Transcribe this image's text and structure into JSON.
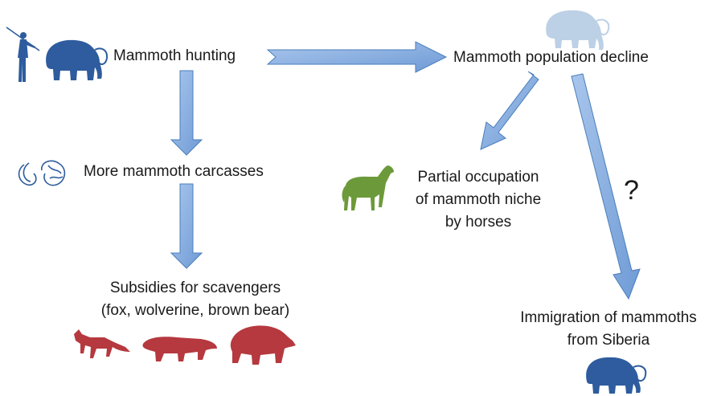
{
  "nodes": {
    "hunting": "Mammoth hunting",
    "decline": "Mammoth population decline",
    "carcasses": "More mammoth carcasses",
    "horses": [
      "Partial occupation",
      "of mammoth niche",
      "by horses"
    ],
    "scavengers": [
      "Subsidies for scavengers",
      "(fox, wolverine, brown bear)"
    ],
    "immigration": [
      "Immigration of mammoths",
      "from Siberia"
    ],
    "question": "?"
  },
  "icons": {
    "hunter": "hunter-with-spear-icon",
    "mammoth": "mammoth-icon",
    "faded_mammoth": "faded-mammoth-icon",
    "carcass": "mammoth-carcass-icon",
    "horse": "horse-icon",
    "fox": "fox-icon",
    "wolverine": "wolverine-icon",
    "bear": "brown-bear-icon"
  },
  "colors": {
    "arrow_fill": "#8db3e2",
    "arrow_stroke": "#4a7ebb",
    "mammoth_blue": "#2e5c9e",
    "faded_mammoth": "#bcd0e6",
    "horse_green": "#6c9a3a",
    "scavenger_red": "#b5393f"
  }
}
